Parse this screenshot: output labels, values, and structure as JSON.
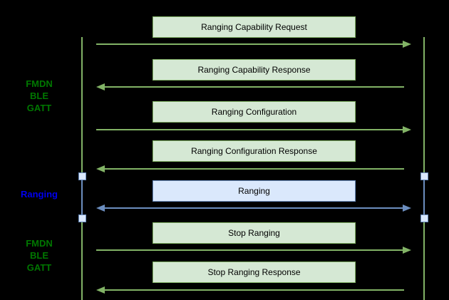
{
  "colors": {
    "background": "#000000",
    "green_fill": "#d5e8d4",
    "green_stroke": "#82b366",
    "blue_fill": "#dae8fc",
    "blue_stroke": "#6c8ebf",
    "label_green": "#007700",
    "label_blue": "#0000ee",
    "box_text": "#000000"
  },
  "side_labels": {
    "top": {
      "lines": [
        "FMDN",
        "BLE",
        "GATT"
      ]
    },
    "middle": {
      "lines": [
        "Ranging"
      ]
    },
    "bottom": {
      "lines": [
        "FMDN",
        "BLE",
        "GATT"
      ]
    }
  },
  "messages": [
    {
      "label": "Ranging Capability Request",
      "direction": "right",
      "style": "green"
    },
    {
      "label": "Ranging Capability Response",
      "direction": "left",
      "style": "green"
    },
    {
      "label": "Ranging Configuration",
      "direction": "right",
      "style": "green"
    },
    {
      "label": "Ranging Configuration Response",
      "direction": "left",
      "style": "green"
    },
    {
      "label": "Ranging",
      "direction": "both",
      "style": "blue"
    },
    {
      "label": "Stop Ranging",
      "direction": "right",
      "style": "green"
    },
    {
      "label": "Stop Ranging Response",
      "direction": "left",
      "style": "green"
    }
  ]
}
